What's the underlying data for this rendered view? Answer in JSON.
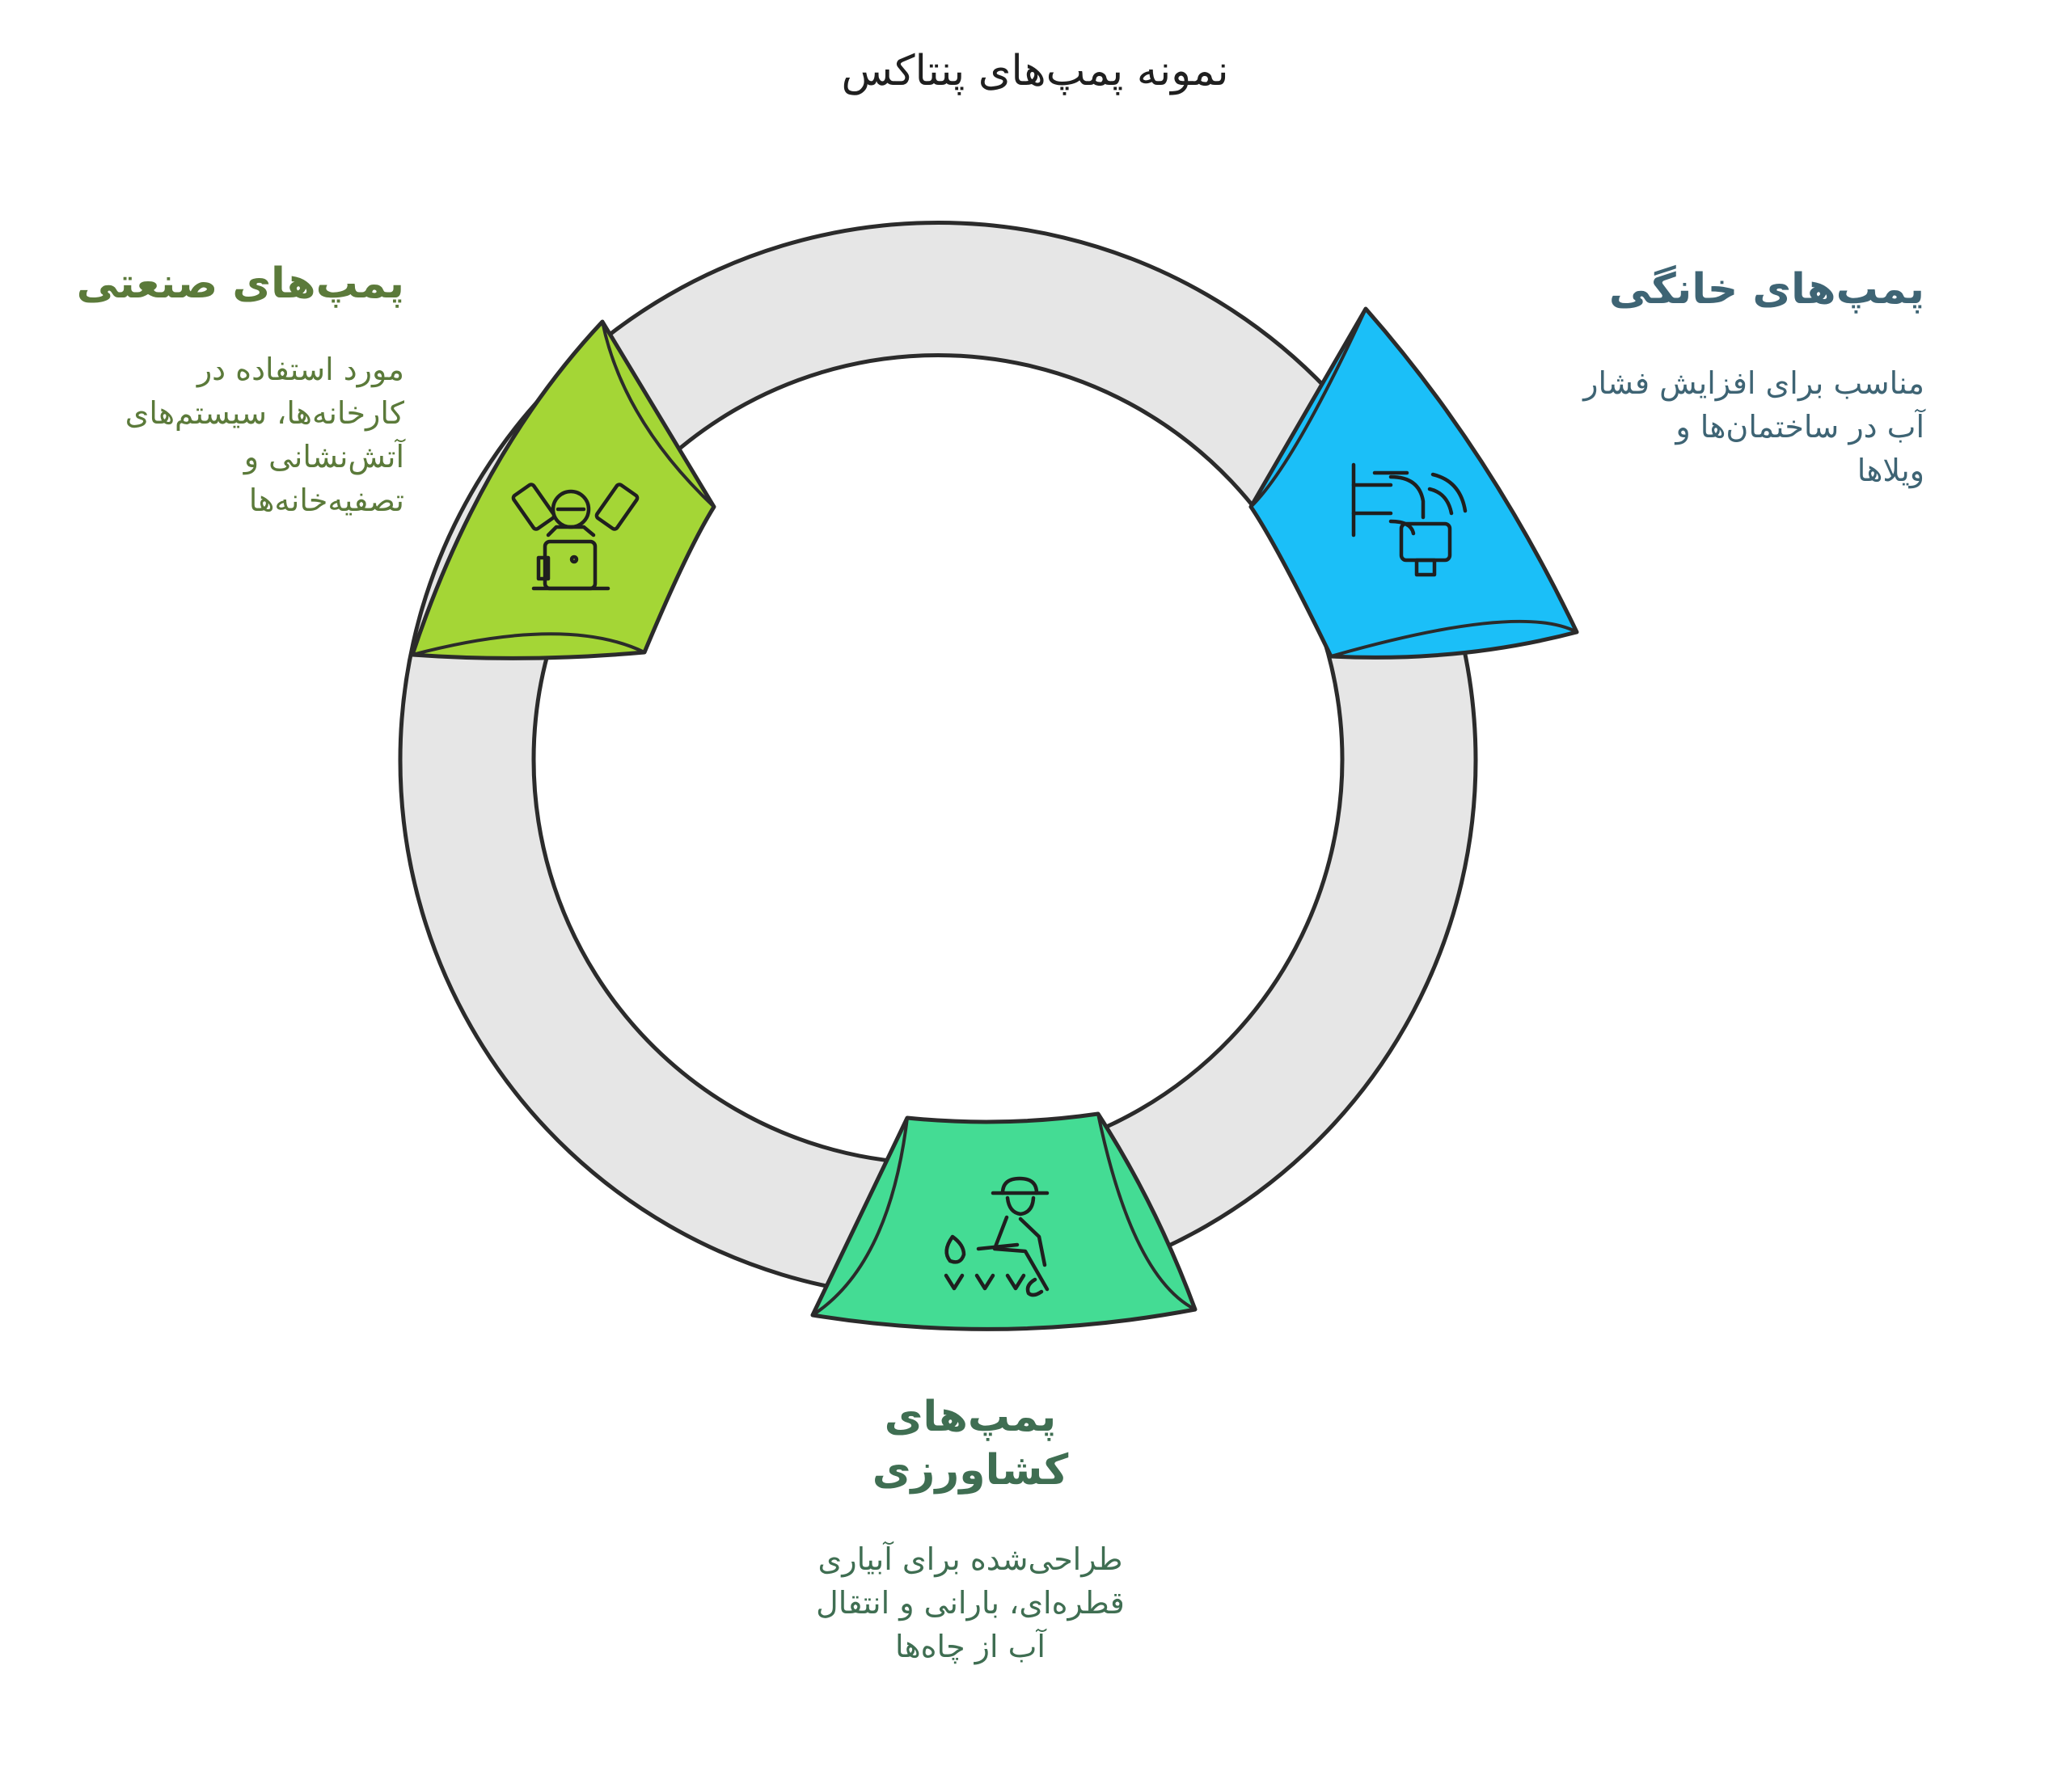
{
  "diagram": {
    "title": "نمونه پمپ‌های پنتاکس",
    "colors": {
      "ring_fill": "#e6e6e6",
      "stroke": "#2b2b2b",
      "home": "#1bbff8",
      "industrial": "#a4d636",
      "agricultural": "#44dc94"
    },
    "segments": [
      {
        "key": "home",
        "heading": "پمپ‌های خانگی",
        "description": [
          "مناسب برای افزایش فشار",
          "آب در ساختمان‌ها و",
          "ویلاها"
        ],
        "icon": "faucet-icon"
      },
      {
        "key": "industrial",
        "heading": "پمپ‌های صنعتی",
        "description": [
          "مورد استفاده در",
          "کارخانه‌ها، سیستم‌های",
          "آتش‌نشانی و",
          "تصفیه‌خانه‌ها"
        ],
        "icon": "engine-icon"
      },
      {
        "key": "agricultural",
        "heading": "پمپ‌های کشاورزی",
        "heading_lines": [
          "پمپ‌های",
          "کشاورزی"
        ],
        "description": [
          "طراحی‌شده برای آبیاری",
          "قطره‌ای، بارانی و انتقال",
          "آب از چاه‌ها"
        ],
        "icon": "farmer-icon"
      }
    ]
  }
}
